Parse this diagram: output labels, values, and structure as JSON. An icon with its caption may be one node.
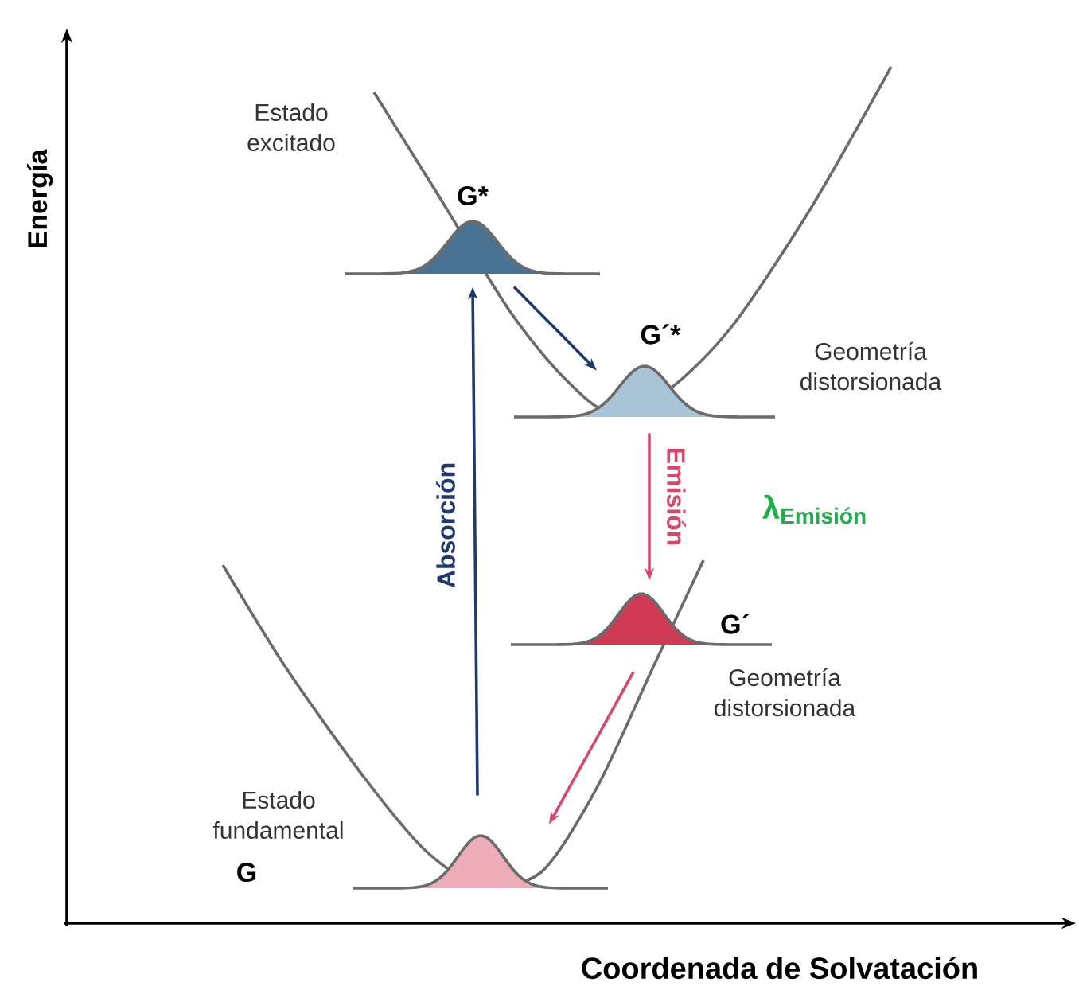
{
  "diagram": {
    "nodes": [
      {
        "text": [
          "G*"
        ],
        "beside": [
          "Estado excitado"
        ]
      },
      {
        "text": [
          "G´*"
        ],
        "beside": [
          "Geometría distorsionada"
        ]
      },
      {
        "text": [
          "G´"
        ],
        "beside": [
          "Geometría distorsionada"
        ]
      },
      {
        "text": [
          "G"
        ],
        "beside": [
          "Estado fundamental"
        ]
      }
    ],
    "edges": [
      {
        "from": 3,
        "to": 0,
        "arrow": "to",
        "label": "Absorción",
        "color": "#1f3a6e"
      },
      {
        "from": 0,
        "to": 1,
        "arrow": "to",
        "color": "#1f3a6e"
      },
      {
        "from": 1,
        "to": 2,
        "arrow": "to",
        "label": "Emisión",
        "color": "#d9466a"
      },
      {
        "from": 2,
        "to": 3,
        "arrow": "to",
        "color": "#d9466a"
      }
    ],
    "labels": [
      "Energía",
      "λ$_{Emisión}$",
      "Coordenada de Solvatación"
    ]
  }
}
